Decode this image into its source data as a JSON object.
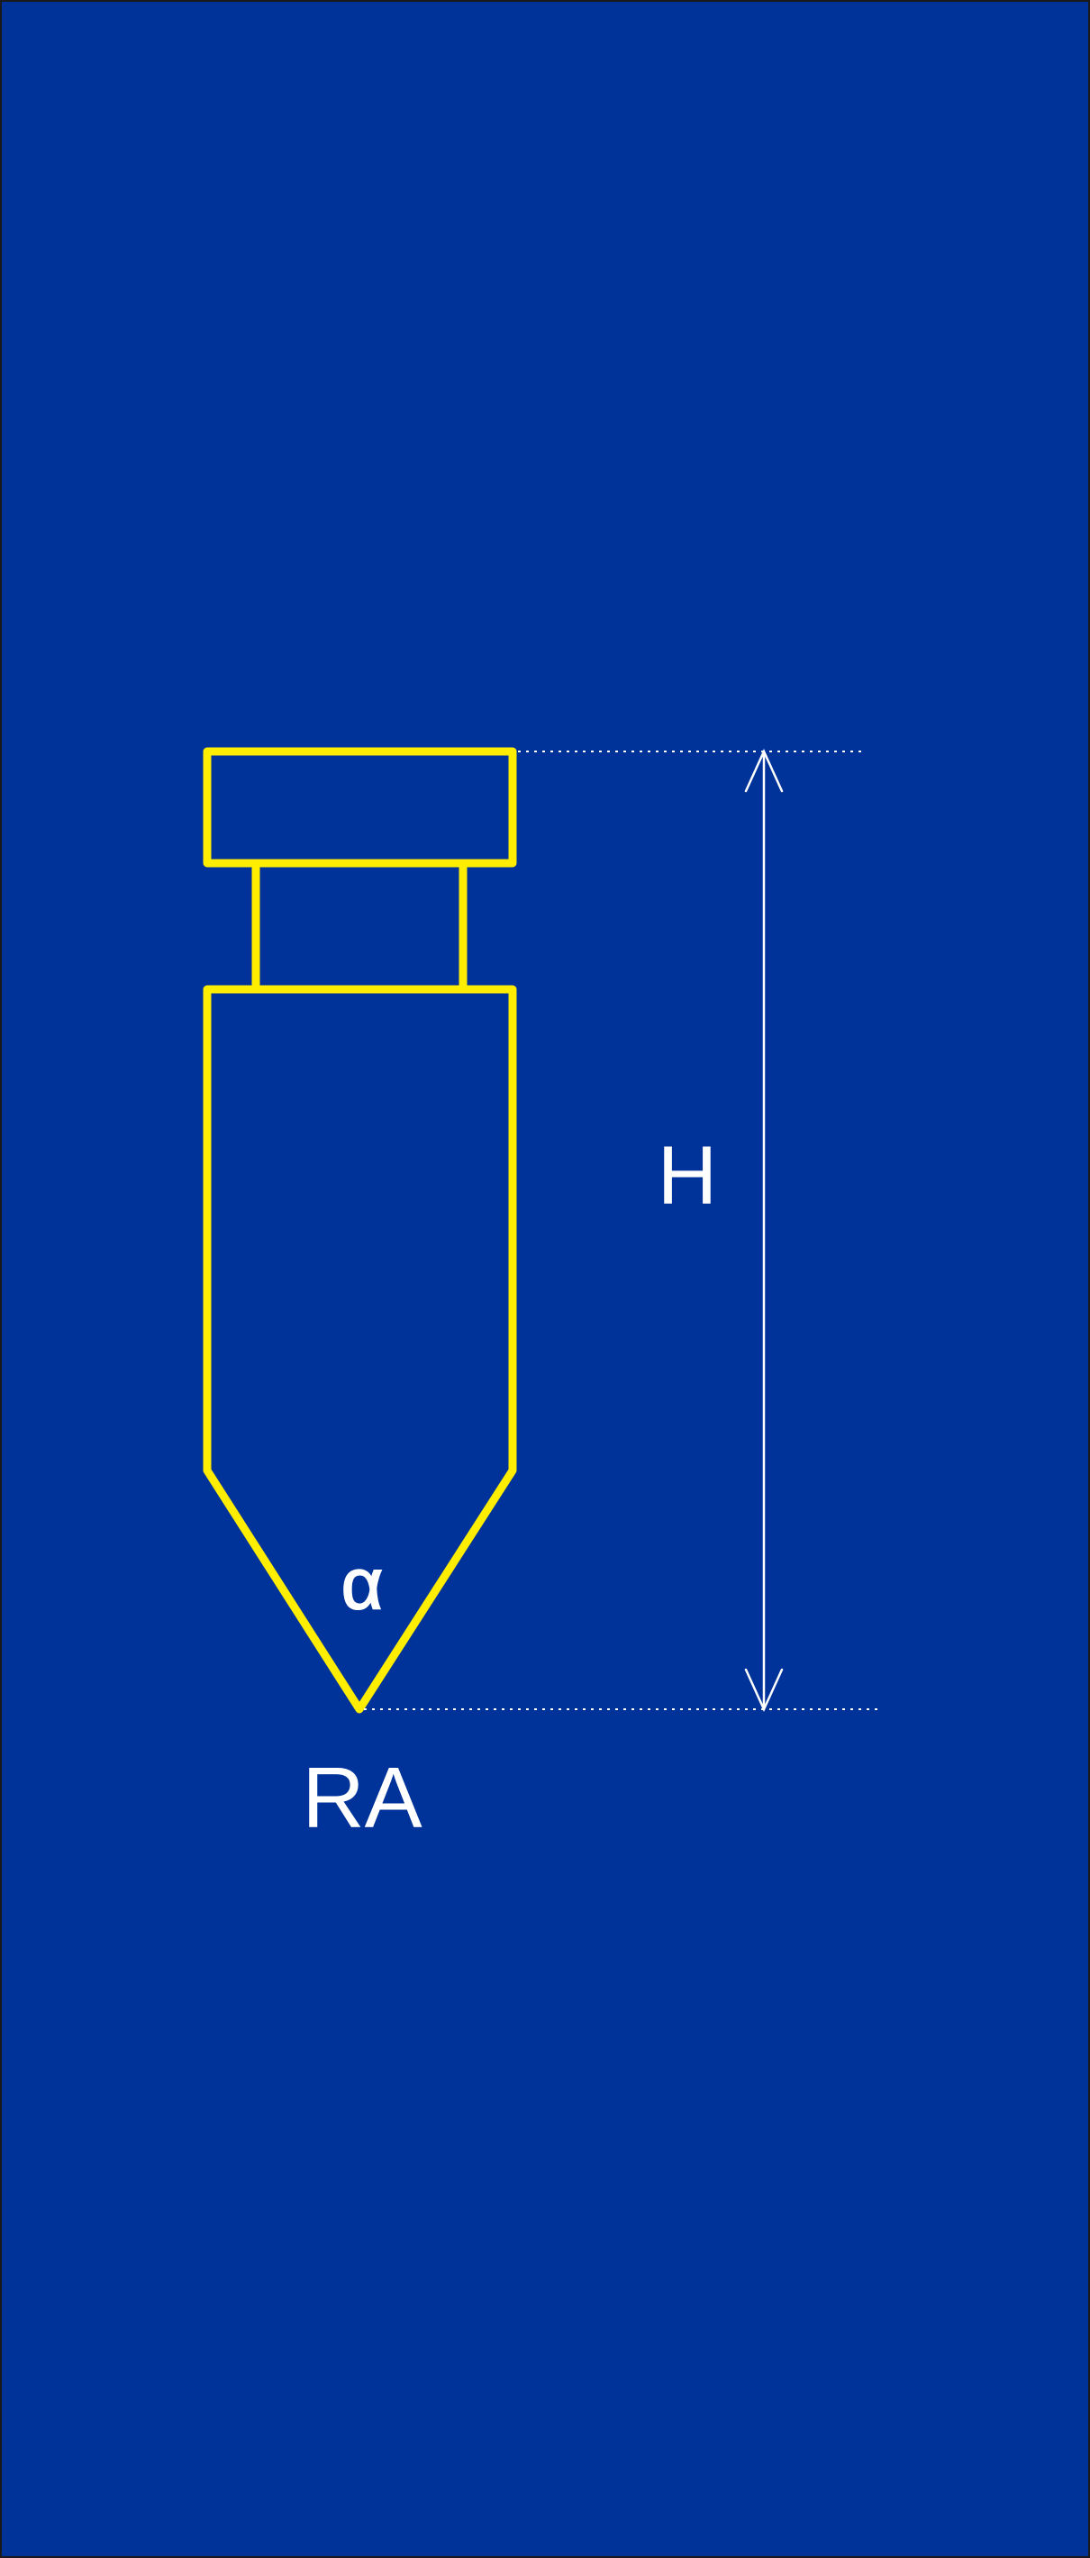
{
  "diagram": {
    "labels": {
      "height": "H",
      "angle": "α",
      "model": "RA"
    },
    "colors": {
      "background": "#003399",
      "outline": "#FFEE00",
      "annotation": "#FFFFFF"
    }
  }
}
